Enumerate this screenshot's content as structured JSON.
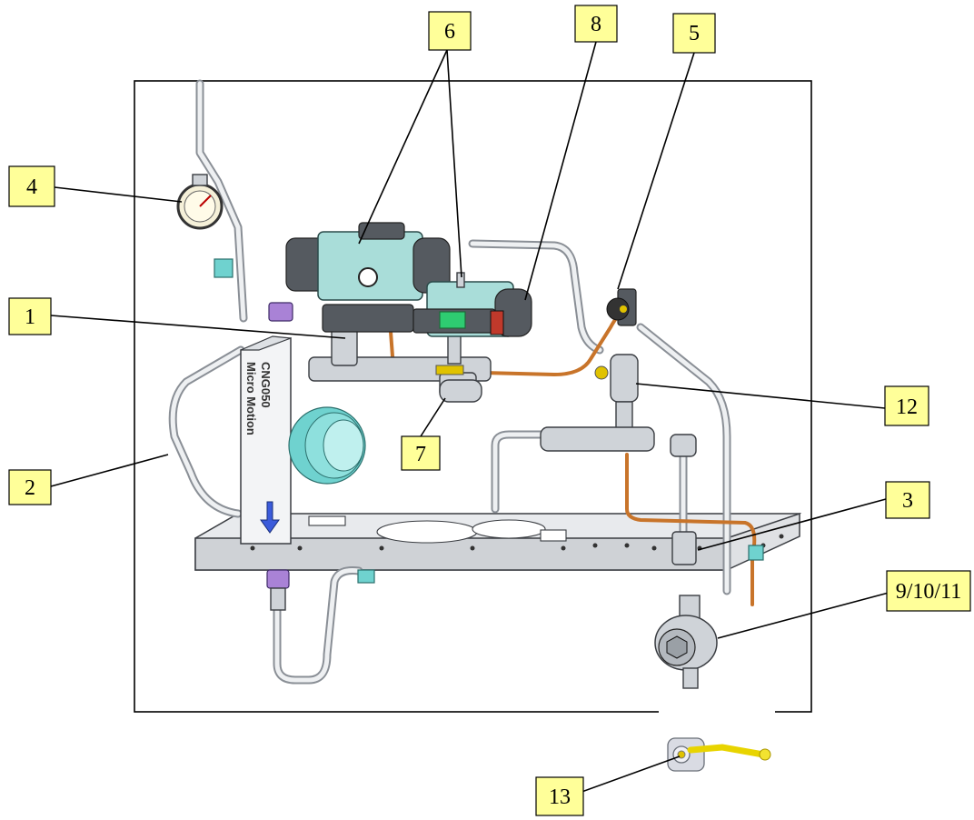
{
  "figure": {
    "meter_label_line1": "Micro Motion",
    "meter_label_line2": "CNG050"
  },
  "callouts": [
    {
      "id": "1",
      "label": "1"
    },
    {
      "id": "2",
      "label": "2"
    },
    {
      "id": "3",
      "label": "3"
    },
    {
      "id": "4",
      "label": "4"
    },
    {
      "id": "5",
      "label": "5"
    },
    {
      "id": "6",
      "label": "6"
    },
    {
      "id": "7",
      "label": "7"
    },
    {
      "id": "8",
      "label": "8"
    },
    {
      "id": "9-10-11",
      "label": "9/10/11"
    },
    {
      "id": "12",
      "label": "12"
    },
    {
      "id": "13",
      "label": "13"
    }
  ],
  "colors": {
    "callout_fill": "#ffff99",
    "frame": "#000000",
    "tubing": "#c8742a",
    "housing": "#6fd2cf",
    "flow_arrow": "#3b5bdb"
  }
}
